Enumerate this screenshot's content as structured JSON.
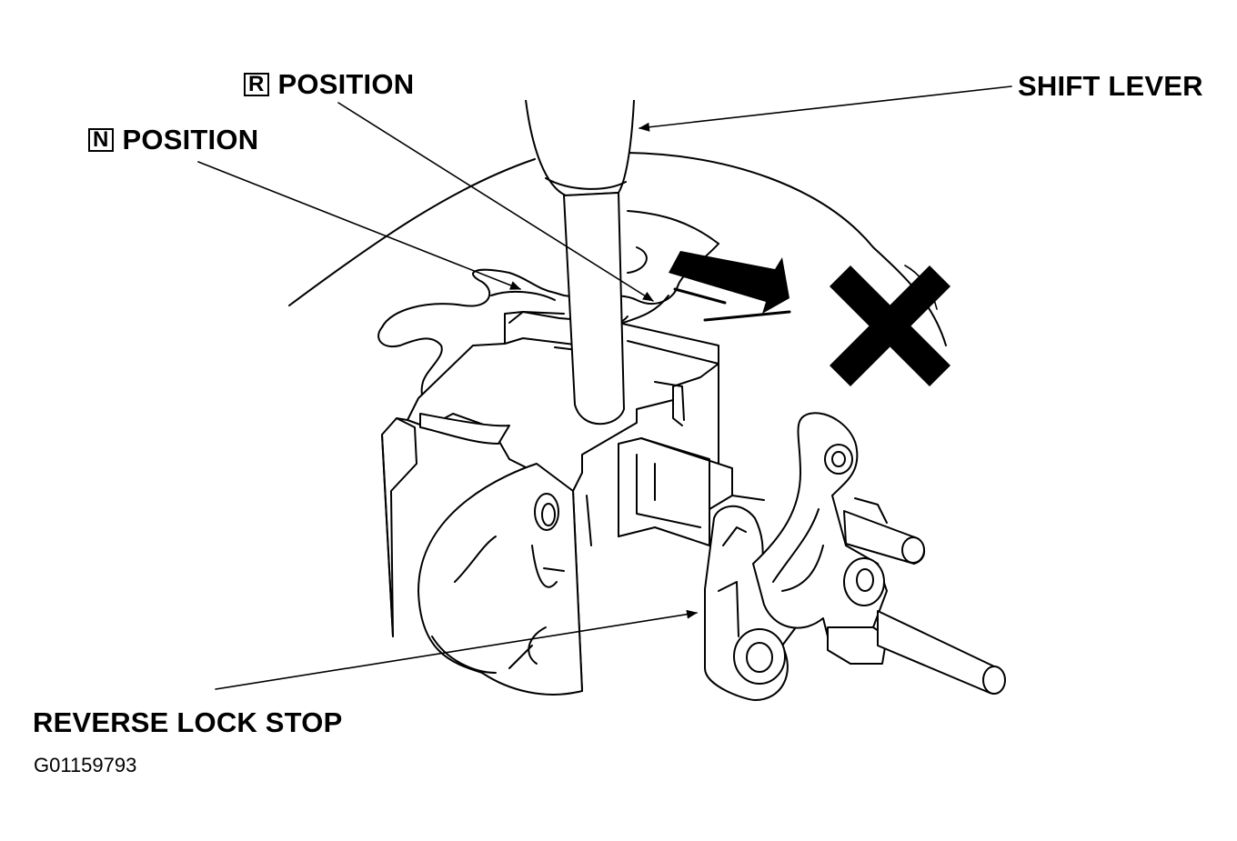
{
  "labels": {
    "r_letter": "R",
    "r_text": "POSITION",
    "n_letter": "N",
    "n_text": "POSITION",
    "shift_lever": "SHIFT LEVER",
    "reverse_lock_stop": "REVERSE LOCK STOP"
  },
  "figure_code": "G01159793",
  "icons": {
    "direction": "right-arrow-icon",
    "prohibited": "x-mark-icon"
  },
  "colors": {
    "ink": "#000000",
    "paper": "#ffffff"
  }
}
